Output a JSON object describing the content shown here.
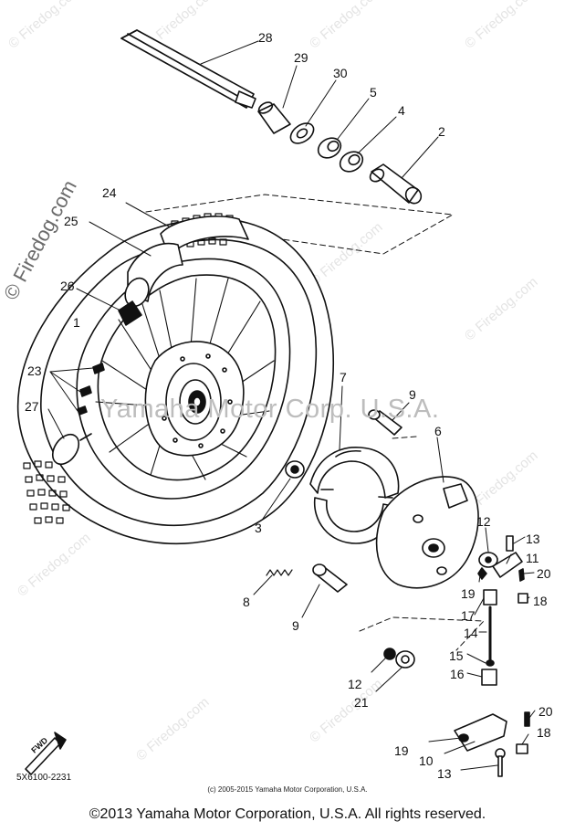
{
  "diagram": {
    "catalog_code": "5X6100-2231",
    "fwd_label": "FWD",
    "watermark_site": "© Firedog.com",
    "watermark_manufacturer": "Yamaha Motor Corp. U.S.A.",
    "copyright_small": "(c) 2005-2015 Yamaha Motor Corporation, U.S.A.",
    "copyright_main": "©2013 Yamaha Motor Corporation, U.S.A. All rights reserved.",
    "callouts": [
      {
        "id": "c28",
        "text": "28"
      },
      {
        "id": "c29",
        "text": "29"
      },
      {
        "id": "c30",
        "text": "30"
      },
      {
        "id": "c5",
        "text": "5"
      },
      {
        "id": "c4",
        "text": "4"
      },
      {
        "id": "c2",
        "text": "2"
      },
      {
        "id": "c24",
        "text": "24"
      },
      {
        "id": "c25",
        "text": "25"
      },
      {
        "id": "c26",
        "text": "26"
      },
      {
        "id": "c1",
        "text": "1"
      },
      {
        "id": "c23",
        "text": "23"
      },
      {
        "id": "c27",
        "text": "27"
      },
      {
        "id": "c7",
        "text": "7"
      },
      {
        "id": "c9a",
        "text": "9"
      },
      {
        "id": "c6",
        "text": "6"
      },
      {
        "id": "c3",
        "text": "3"
      },
      {
        "id": "c8",
        "text": "8"
      },
      {
        "id": "c9b",
        "text": "9"
      },
      {
        "id": "c12a",
        "text": "12"
      },
      {
        "id": "c13a",
        "text": "13"
      },
      {
        "id": "c11",
        "text": "11"
      },
      {
        "id": "c20a",
        "text": "20"
      },
      {
        "id": "c19a",
        "text": "19"
      },
      {
        "id": "c18a",
        "text": "18"
      },
      {
        "id": "c17",
        "text": "17"
      },
      {
        "id": "c14",
        "text": "14"
      },
      {
        "id": "c15",
        "text": "15"
      },
      {
        "id": "c16",
        "text": "16"
      },
      {
        "id": "c12b",
        "text": "12"
      },
      {
        "id": "c21",
        "text": "21"
      },
      {
        "id": "c20b",
        "text": "20"
      },
      {
        "id": "c18b",
        "text": "18"
      },
      {
        "id": "c19b",
        "text": "19"
      },
      {
        "id": "c10",
        "text": "10"
      },
      {
        "id": "c13b",
        "text": "13"
      }
    ]
  }
}
